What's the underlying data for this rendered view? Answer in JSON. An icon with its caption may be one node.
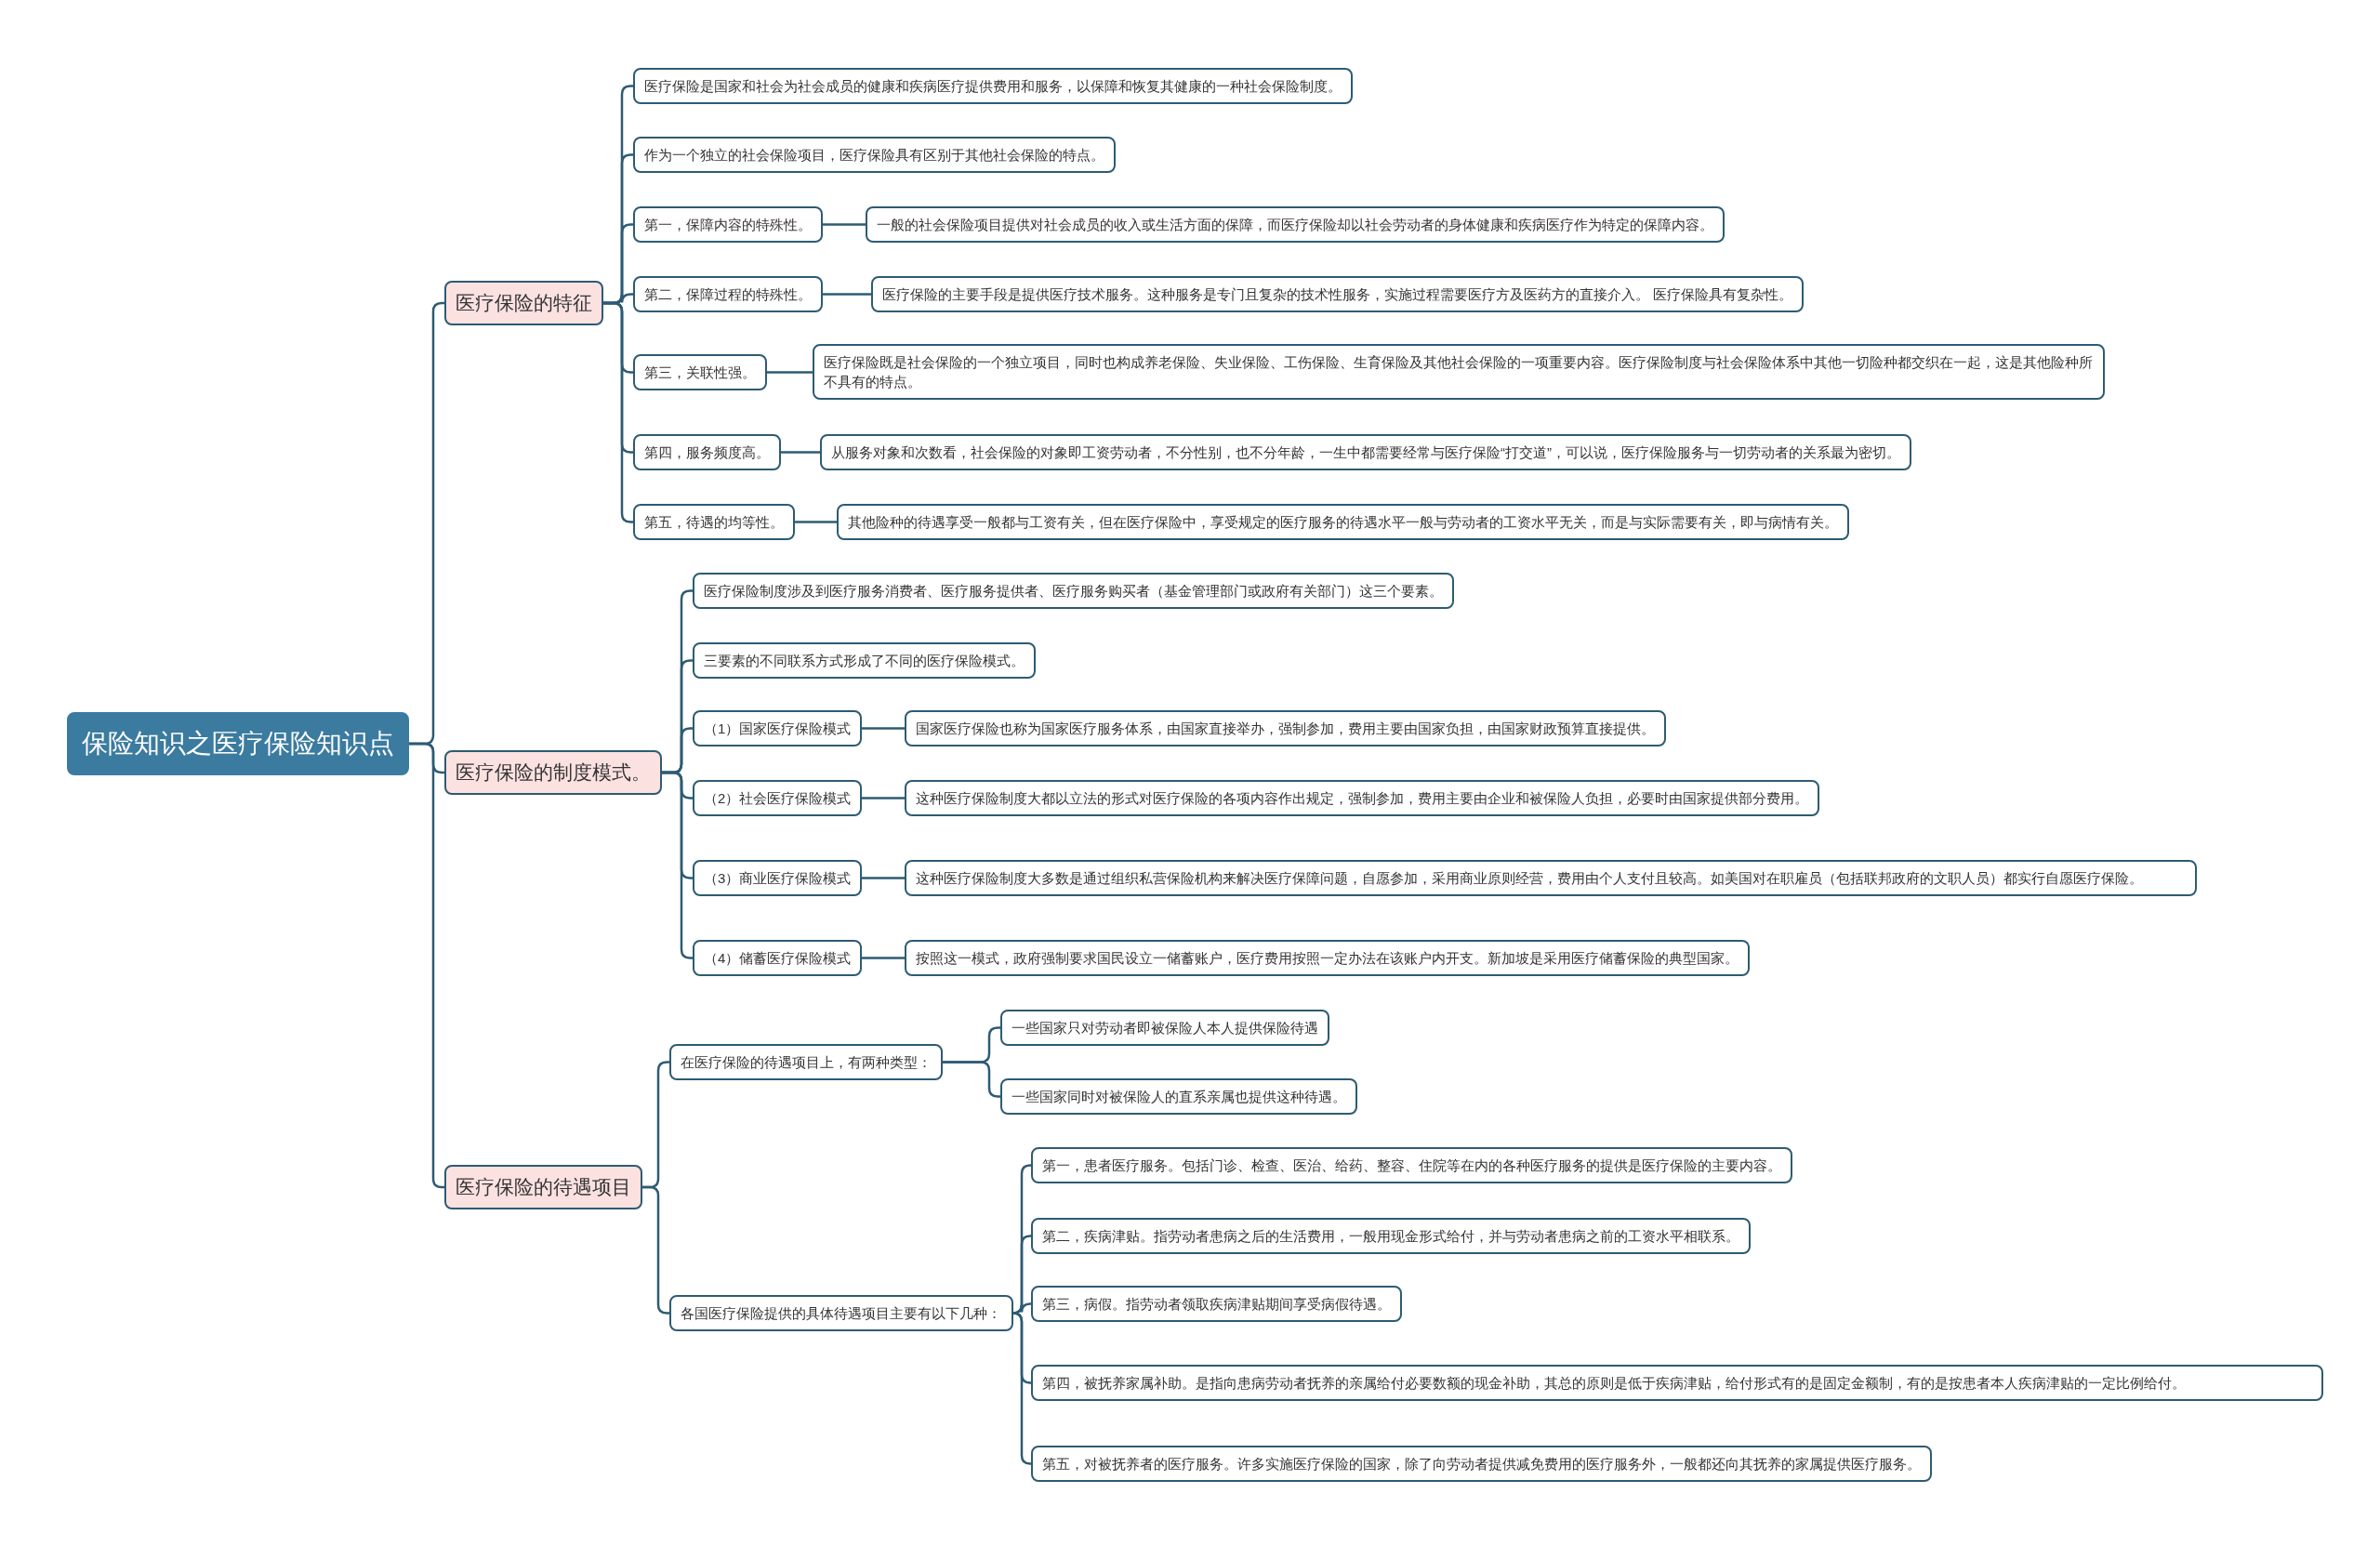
{
  "diagram": {
    "nodes": [
      {
        "text": [
          "保险知识之医疗保险知识点"
        ]
      },
      {
        "text": [
          "医疗保险的特征"
        ]
      },
      {
        "text": [
          "医疗保险是国家和社会为社会成员的健康和疾病医疗提供费用和服务，以保障和恢复其健康的一种社会保险制度。"
        ]
      },
      {
        "text": [
          "作为一个独立的社会保险项目，医疗保险具有区别于其他社会保险的特点。"
        ]
      },
      {
        "text": [
          "第一，保障内容的特殊性。"
        ]
      },
      {
        "text": [
          "一般的社会保险项目提供对社会成员的收入或生活方面的保障，而医疗保险却以社会劳动者的身体健康和疾病医疗作为特定的保障内容。"
        ]
      },
      {
        "text": [
          "第二，保障过程的特殊性。"
        ]
      },
      {
        "text": [
          "医疗保险的主要手段是提供医疗技术服务。这种服务是专门且复杂的技术性服务，实施过程需要医疗方及医药方的直接介入。 医疗保险具有复杂性。"
        ]
      },
      {
        "text": [
          "第三，关联性强。"
        ]
      },
      {
        "text": [
          "医疗保险既是社会保险的一个独立项目，同时也构成养老保险、失业保险、工伤保险、生育保险及其他社会保险的一项重要内容。医疗保险制度与社会保险体系中其他一切险种都交织在一起，这是其他险种所不具有的特点。"
        ]
      },
      {
        "text": [
          "第四，服务频度高。"
        ]
      },
      {
        "text": [
          "从服务对象和次数看，社会保险的对象即工资劳动者，不分性别，也不分年龄，一生中都需要经常与医疗保险“打交道”，可以说，医疗保险服务与一切劳动者的关系最为密切。"
        ]
      },
      {
        "text": [
          "第五，待遇的均等性。"
        ]
      },
      {
        "text": [
          "其他险种的待遇享受一般都与工资有关，但在医疗保险中，享受规定的医疗服务的待遇水平一般与劳动者的工资水平无关，而是与实际需要有关，即与病情有关。"
        ]
      },
      {
        "text": [
          "医疗保险的制度模式。"
        ]
      },
      {
        "text": [
          "医疗保险制度涉及到医疗服务消费者、医疗服务提供者、医疗服务购买者（基金管理部门或政府有关部门）这三个要素。"
        ]
      },
      {
        "text": [
          "三要素的不同联系方式形成了不同的医疗保险模式。"
        ]
      },
      {
        "text": [
          "（1）国家医疗保险模式"
        ]
      },
      {
        "text": [
          "国家医疗保险也称为国家医疗服务体系，由国家直接举办，强制参加，费用主要由国家负担，由国家财政预算直接提供。"
        ]
      },
      {
        "text": [
          "（2）社会医疗保险模式"
        ]
      },
      {
        "text": [
          "这种医疗保险制度大都以立法的形式对医疗保险的各项内容作出规定，强制参加，费用主要由企业和被保险人负担，必要时由国家提供部分费用。"
        ]
      },
      {
        "text": [
          "（3）商业医疗保险模式"
        ]
      },
      {
        "text": [
          "这种医疗保险制度大多数是通过组织私营保险机构来解决医疗保障问题，自愿参加，采用商业原则经营，费用由个人支付且较高。如美国对在职雇员（包括联邦政府的文职人员）都实行自愿医疗保险。"
        ]
      },
      {
        "text": [
          "（4）储蓄医疗保险模式"
        ]
      },
      {
        "text": [
          "按照这一模式，政府强制要求国民设立一储蓄账户，医疗费用按照一定办法在该账户内开支。新加坡是采用医疗储蓄保险的典型国家。"
        ]
      },
      {
        "text": [
          "医疗保险的待遇项目"
        ]
      },
      {
        "text": [
          "在医疗保险的待遇项目上，有两种类型："
        ]
      },
      {
        "text": [
          "一些国家只对劳动者即被保险人本人提供保险待遇"
        ]
      },
      {
        "text": [
          "一些国家同时对被保险人的直系亲属也提供这种待遇。"
        ]
      },
      {
        "text": [
          "各国医疗保险提供的具体待遇项目主要有以下几种："
        ]
      },
      {
        "text": [
          "第一，患者医疗服务。包括门诊、检查、医治、给药、整容、住院等在内的各种医疗服务的提供是医疗保险的主要内容。"
        ]
      },
      {
        "text": [
          "第二，疾病津贴。指劳动者患病之后的生活费用，一般用现金形式给付，并与劳动者患病之前的工资水平相联系。"
        ]
      },
      {
        "text": [
          "第三，病假。指劳动者领取疾病津贴期间享受病假待遇。"
        ]
      },
      {
        "text": [
          "第四，被抚养家属补助。是指向患病劳动者抚养的亲属给付必要数额的现金补助，其总的原则是低于疾病津贴，给付形式有的是固定金额制，有的是按患者本人疾病津贴的一定比例给付。"
        ]
      },
      {
        "text": [
          "第五，对被抚养者的医疗服务。许多实施医疗保险的国家，除了向劳动者提供减免费用的医疗服务外，一般都还向其抚养的家属提供医疗服务。"
        ]
      }
    ],
    "edges": [
      {
        "from": 0,
        "to": 1,
        "arrow": "none"
      },
      {
        "from": 0,
        "to": 14,
        "arrow": "none"
      },
      {
        "from": 0,
        "to": 25,
        "arrow": "none"
      },
      {
        "from": 1,
        "to": 2,
        "arrow": "none"
      },
      {
        "from": 1,
        "to": 3,
        "arrow": "none"
      },
      {
        "from": 1,
        "to": 4,
        "arrow": "none"
      },
      {
        "from": 1,
        "to": 6,
        "arrow": "none"
      },
      {
        "from": 1,
        "to": 8,
        "arrow": "none"
      },
      {
        "from": 1,
        "to": 10,
        "arrow": "none"
      },
      {
        "from": 1,
        "to": 12,
        "arrow": "none"
      },
      {
        "from": 4,
        "to": 5,
        "arrow": "none"
      },
      {
        "from": 6,
        "to": 7,
        "arrow": "none"
      },
      {
        "from": 8,
        "to": 9,
        "arrow": "none"
      },
      {
        "from": 10,
        "to": 11,
        "arrow": "none"
      },
      {
        "from": 12,
        "to": 13,
        "arrow": "none"
      },
      {
        "from": 14,
        "to": 15,
        "arrow": "none"
      },
      {
        "from": 14,
        "to": 16,
        "arrow": "none"
      },
      {
        "from": 14,
        "to": 17,
        "arrow": "none"
      },
      {
        "from": 14,
        "to": 19,
        "arrow": "none"
      },
      {
        "from": 14,
        "to": 21,
        "arrow": "none"
      },
      {
        "from": 14,
        "to": 23,
        "arrow": "none"
      },
      {
        "from": 17,
        "to": 18,
        "arrow": "none"
      },
      {
        "from": 19,
        "to": 20,
        "arrow": "none"
      },
      {
        "from": 21,
        "to": 22,
        "arrow": "none"
      },
      {
        "from": 23,
        "to": 24,
        "arrow": "none"
      },
      {
        "from": 25,
        "to": 26,
        "arrow": "none"
      },
      {
        "from": 25,
        "to": 29,
        "arrow": "none"
      },
      {
        "from": 26,
        "to": 27,
        "arrow": "none"
      },
      {
        "from": 26,
        "to": 28,
        "arrow": "none"
      },
      {
        "from": 29,
        "to": 30,
        "arrow": "none"
      },
      {
        "from": 29,
        "to": 31,
        "arrow": "none"
      },
      {
        "from": 29,
        "to": 32,
        "arrow": "none"
      },
      {
        "from": 29,
        "to": 33,
        "arrow": "none"
      },
      {
        "from": 29,
        "to": 34,
        "arrow": "none"
      }
    ]
  }
}
